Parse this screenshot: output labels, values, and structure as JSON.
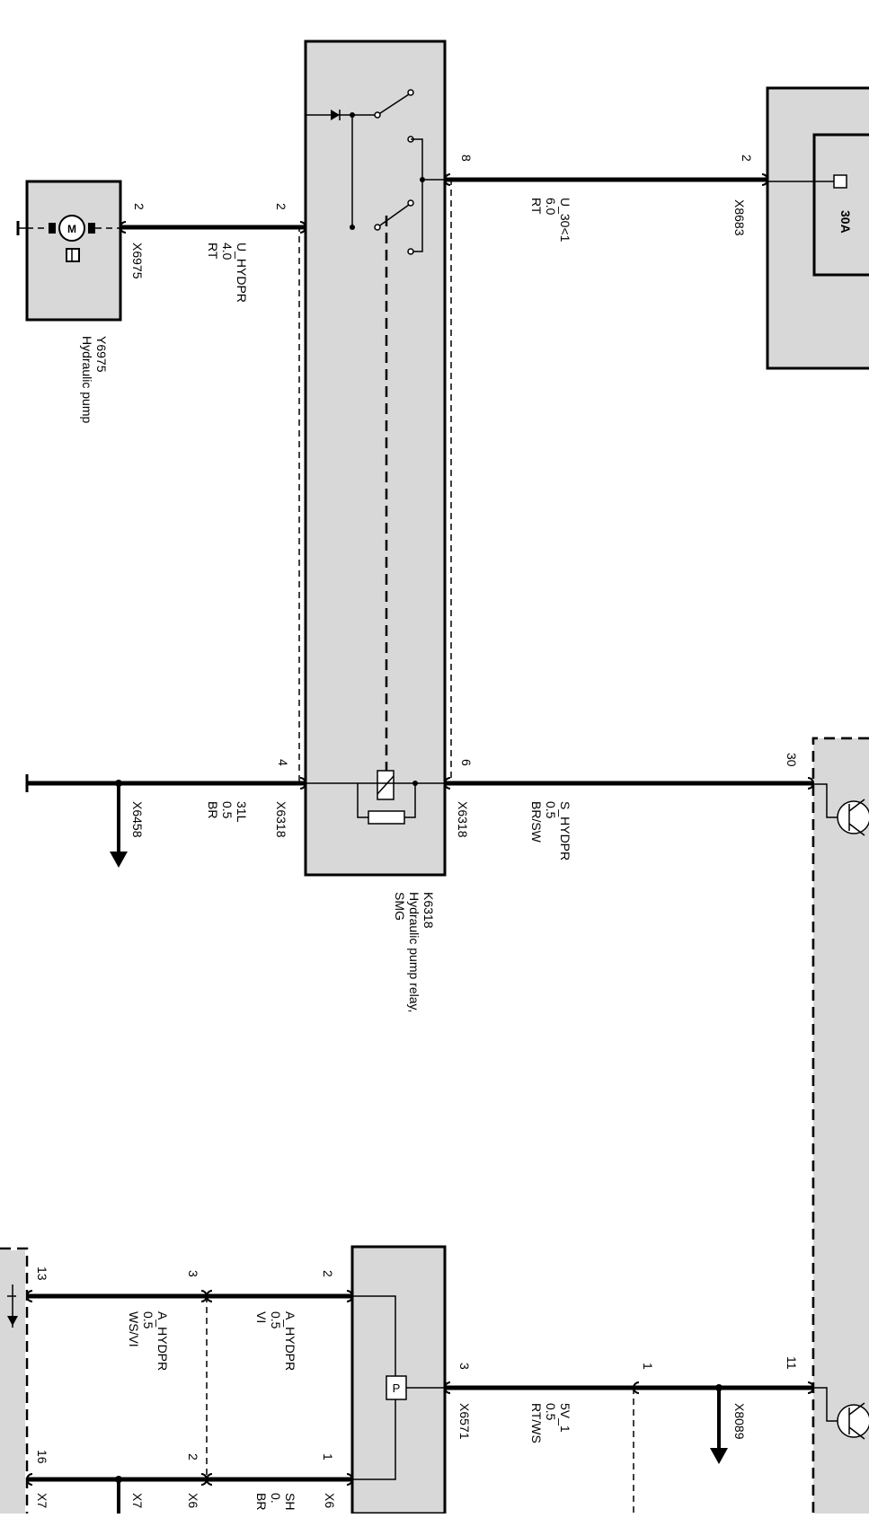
{
  "components": {
    "hydraulic_pump": {
      "id": "Y6975",
      "name": "Hydraulic pump",
      "motor_symbol": "M"
    },
    "pump_relay": {
      "id": "K6318",
      "name_line1": "Hydraulic pump relay,",
      "name_line2": "SMG"
    },
    "fuse": {
      "rating": "30A"
    },
    "pressure_switch": {
      "symbol": "P"
    }
  },
  "pins": {
    "pump_2": "2",
    "relay_2": "2",
    "relay_8": "8",
    "relay_4": "4",
    "relay_6": "6",
    "fuse_2": "2",
    "ecu_30": "30",
    "ecu_11": "11",
    "x8089_1": "1",
    "sensor_3": "3",
    "sensor_2": "2",
    "sensor_1": "1",
    "mid_3": "3",
    "mid_2": "2",
    "bot_13": "13",
    "bot_16": "16"
  },
  "connectors": {
    "pump": "X6975",
    "relay_top": "X6318",
    "relay_bottom": "X6318",
    "fuse": "X8683",
    "ground": "X6458",
    "splice": "X8089",
    "sensor": "X6571",
    "cut_1": "X6",
    "cut_2": "X6",
    "cut_3": "X7"
  },
  "wires": {
    "pump_relay": {
      "name": "U_HYDPR",
      "gauge": "4.0",
      "color": "RT"
    },
    "fuse_relay": {
      "name": "U_30<1",
      "gauge": "6.0",
      "color": "RT"
    },
    "ground": {
      "name": "31L",
      "gauge": "0.5",
      "color": "BR"
    },
    "control": {
      "name": "S_HYDPR",
      "gauge": "0.5",
      "color": "BR/SW"
    },
    "supply_5v": {
      "name": "5V_1",
      "gauge": "0.5",
      "color": "RT/WS"
    },
    "sensor_a": {
      "name": "A_HYDPR",
      "gauge": "0.5",
      "color": "VI"
    },
    "sensor_b": {
      "name": "A_HYDPR",
      "gauge": "0.5",
      "color": "WS/VI"
    },
    "cut_wire": {
      "name": "SH",
      "gauge": "0.",
      "color": "BR"
    }
  }
}
